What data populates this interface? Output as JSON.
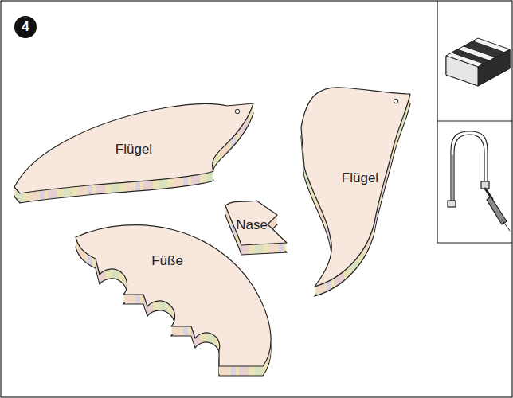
{
  "diagram": {
    "nodes": [
      {
        "text": [
          "4"
        ]
      },
      {
        "text": [
          "Flügel"
        ]
      },
      {
        "text": [
          "Flügel"
        ]
      },
      {
        "text": [
          "Nase"
        ]
      },
      {
        "text": [
          "Füße"
        ]
      }
    ]
  }
}
